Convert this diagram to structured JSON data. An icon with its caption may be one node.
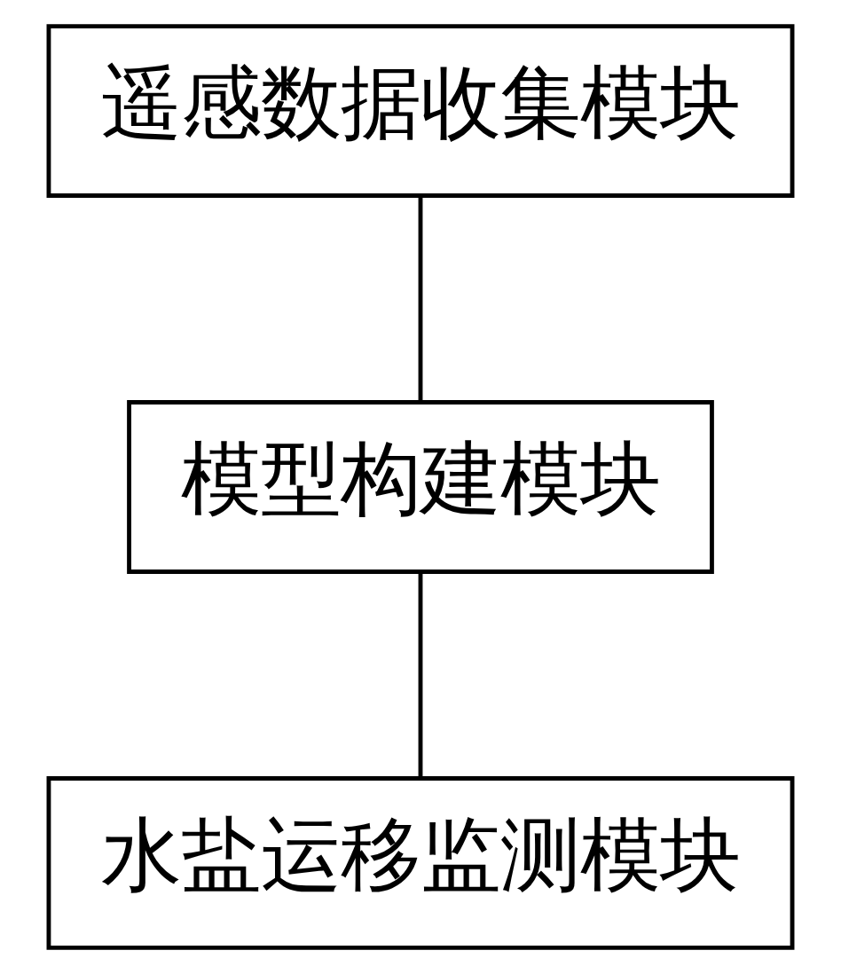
{
  "diagram": {
    "nodes": [
      {
        "text": [
          "遥感数据收集模块"
        ]
      },
      {
        "text": [
          "模型构建模块"
        ]
      },
      {
        "text": [
          "水盐运移监测模块"
        ]
      }
    ],
    "edges": [
      {
        "from": 0,
        "to": 1,
        "arrow": "none"
      },
      {
        "from": 1,
        "to": 2,
        "arrow": "none"
      }
    ]
  }
}
